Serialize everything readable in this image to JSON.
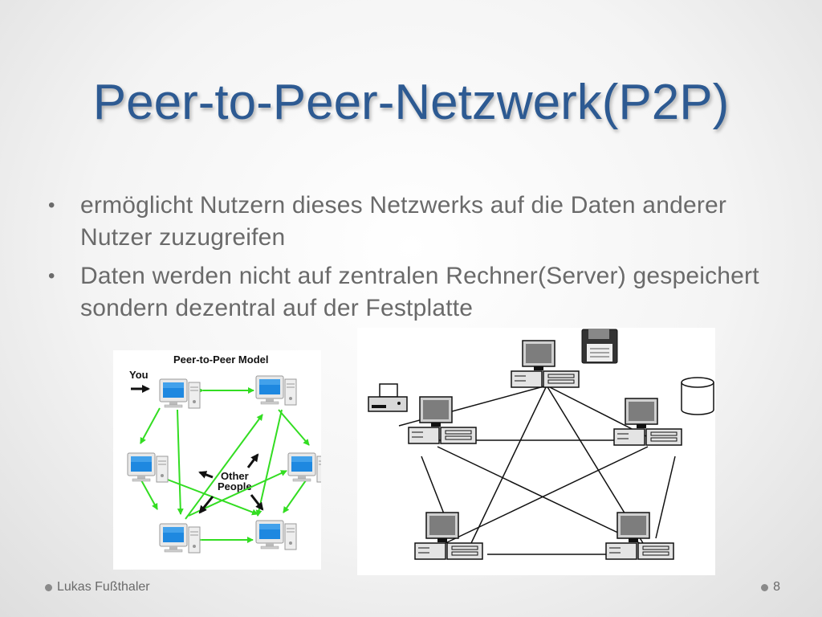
{
  "slide": {
    "title": "Peer-to-Peer-Netzwerk(P2P)",
    "bullets": [
      "ermöglicht Nutzern dieses Netzwerks auf die Daten anderer Nutzer zuzugreifen",
      "Daten werden nicht auf zentralen Rechner(Server) gespeichert sondern dezentral auf der Festplatte"
    ]
  },
  "diagram_left": {
    "title": "Peer-to-Peer Model",
    "you_label": "You",
    "other_label_1": "Other",
    "other_label_2": "People"
  },
  "footer": {
    "author": "Lukas Fußthaler",
    "page": "8"
  },
  "colors": {
    "title": "#2d5a92",
    "text": "#6a6a6a",
    "arrow": "#33dd22",
    "screen": "#1e88e0"
  }
}
